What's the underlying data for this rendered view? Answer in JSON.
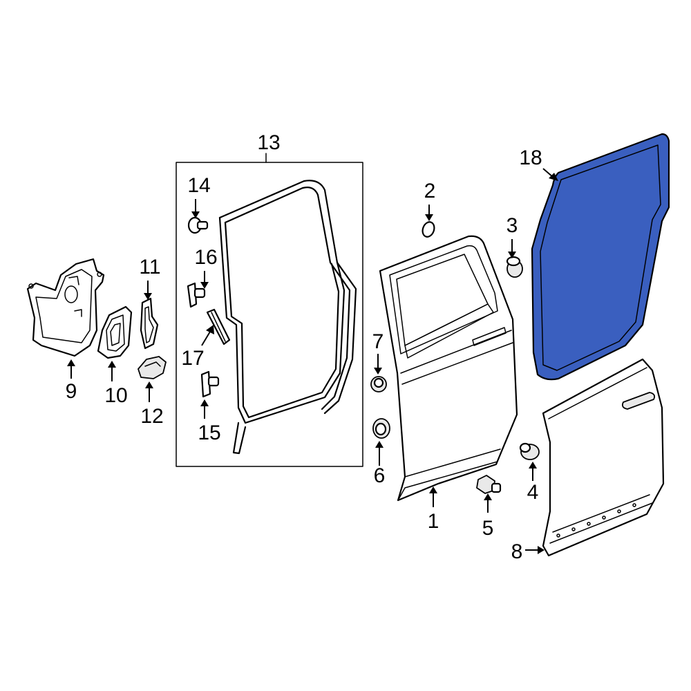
{
  "diagram": {
    "highlight_color": "#3a5fbf",
    "callouts": [
      "1",
      "2",
      "3",
      "4",
      "5",
      "6",
      "7",
      "8",
      "9",
      "10",
      "11",
      "12",
      "13",
      "14",
      "15",
      "16",
      "17",
      "18"
    ],
    "highlighted_part": "18"
  }
}
